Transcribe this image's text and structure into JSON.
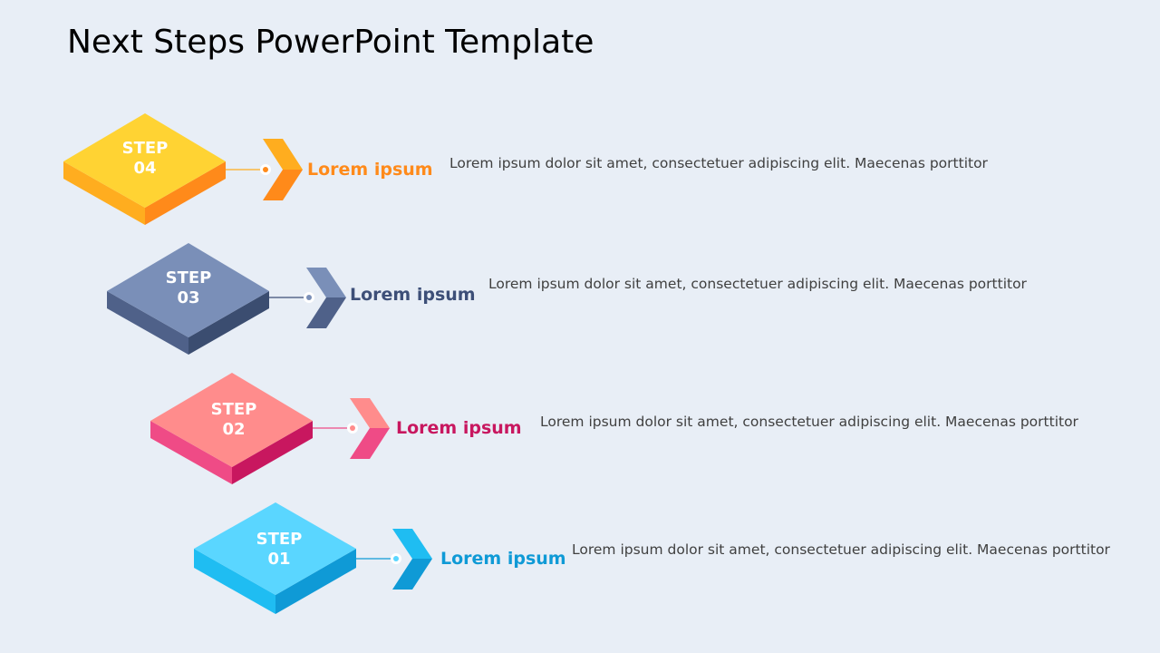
{
  "slide": {
    "title": "Next Steps PowerPoint Template",
    "background": "#e8eef6"
  },
  "steps": [
    {
      "id": "step-04",
      "label_line1": "STEP",
      "label_line2": "04",
      "heading": "Lorem ipsum",
      "description": "Lorem ipsum dolor sit amet, consectetuer adipiscing elit. Maecenas porttitor",
      "colors": {
        "top": "#ffd333",
        "left": "#ffad1f",
        "right": "#ff8a1a",
        "accent": "#ff8a1a",
        "chevron_top": "#ffad1f",
        "chevron_bottom": "#ff8a1a"
      }
    },
    {
      "id": "step-03",
      "label_line1": "STEP",
      "label_line2": "03",
      "heading": "Lorem ipsum",
      "description": "Lorem ipsum dolor sit amet, consectetuer adipiscing elit. Maecenas porttitor",
      "colors": {
        "top": "#7a8fb8",
        "left": "#4f6189",
        "right": "#3b4d70",
        "accent": "#3d4f78",
        "chevron_top": "#7a8fb8",
        "chevron_bottom": "#4f6189"
      }
    },
    {
      "id": "step-02",
      "label_line1": "STEP",
      "label_line2": "02",
      "heading": "Lorem ipsum",
      "description": "Lorem ipsum dolor sit amet, consectetuer adipiscing elit. Maecenas porttitor",
      "colors": {
        "top": "#ff8c8c",
        "left": "#ef4b86",
        "right": "#c8175f",
        "accent": "#c8175f",
        "chevron_top": "#ff8c8c",
        "chevron_bottom": "#ef4b86"
      }
    },
    {
      "id": "step-01",
      "label_line1": "STEP",
      "label_line2": "01",
      "heading": "Lorem ipsum",
      "description": "Lorem ipsum dolor sit amet, consectetuer adipiscing elit. Maecenas porttitor",
      "colors": {
        "top": "#5ad6ff",
        "left": "#1fbdf2",
        "right": "#0f9ad6",
        "accent": "#0f9ad6",
        "chevron_top": "#1fbdf2",
        "chevron_bottom": "#0f9ad6"
      }
    }
  ]
}
